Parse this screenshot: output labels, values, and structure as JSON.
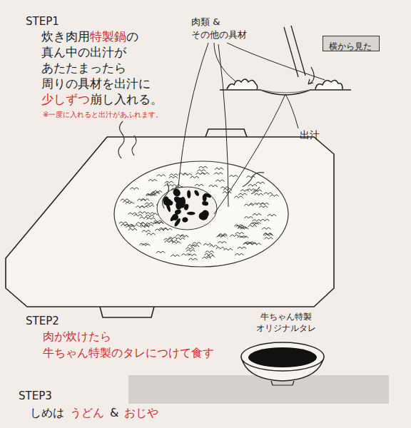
{
  "diagram": {
    "nodes": [
      {
        "text": [
          "横から見た"
        ]
      }
    ],
    "labels": [
      "STEP1",
      "炊き肉用",
      "特製鍋",
      "の",
      "真ん中の出汁が",
      "あたたまったら",
      "周りの具材を出汁に",
      "少しずつ",
      "崩し入れる。",
      "※一度に入れると出汁があふれます。",
      "肉類 & その他の具材",
      "出汁",
      "STEP2",
      "肉が炊けたら 牛ちゃん特製のタレにつけて食す",
      "牛ちゃん特製 オリジナルタレ",
      "STEP3",
      "しめは",
      "うどん",
      "&",
      "おじや"
    ]
  }
}
